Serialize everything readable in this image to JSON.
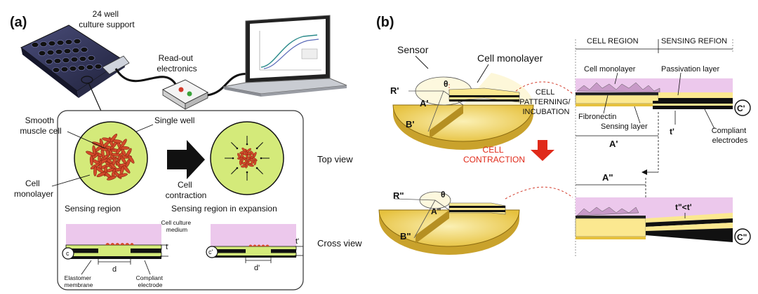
{
  "panel_a": {
    "tag": "(a)",
    "culture_support": [
      "24 well",
      "culture support"
    ],
    "readout": [
      "Read-out",
      "electronics"
    ],
    "smooth_muscle": [
      "Smooth",
      "muscle cell"
    ],
    "single_well": "Single well",
    "cell_monolayer": [
      "Cell",
      "monolayer"
    ],
    "sensing_region": "Sensing region",
    "cell_contraction": [
      "Cell",
      "contraction"
    ],
    "sensing_expansion": "Sensing region in expansion",
    "top_view": "Top view",
    "cross_view": "Cross view",
    "culture_medium": [
      "Cell culture",
      "medium"
    ],
    "elastomer": [
      "Elastomer",
      "membrane"
    ],
    "compliant_electrode": [
      "Compliant",
      "electrode"
    ],
    "sym_c": "c",
    "sym_c2": "c'",
    "sym_t": "t",
    "sym_t2": "t'",
    "sym_d": "d",
    "sym_d2": "d'"
  },
  "panel_b": {
    "tag": "(b)",
    "sensor": "Sensor",
    "cell_monolayer": "Cell monolayer",
    "cell_region": "CELL REGION",
    "sensing_region": "SENSING REFION",
    "monolayer_small": "Cell monolayer",
    "passivation": "Passivation layer",
    "patterning": [
      "CELL",
      "PATTERNING/",
      "INCUBATION"
    ],
    "fibronectin": "Fibronectin",
    "sensing_layer": "Sensing layer",
    "compliant": [
      "Compliant",
      "electrodes"
    ],
    "contraction": [
      "CELL",
      "CONTRACTION"
    ],
    "sym_R1": "R'",
    "sym_A1": "A'",
    "sym_B1": "B'",
    "sym_theta": "θ",
    "sym_R2": "R\"",
    "sym_A2": "A\"",
    "sym_B2": "B\"",
    "sym_C1": "C'",
    "sym_C2": "C\"",
    "sym_t1": "t'",
    "sym_tcmp": "t\"<t'",
    "sym_Acs1": "A'",
    "sym_Acs2": "A\""
  },
  "colors": {
    "sensor_yellow": "#e8c84a",
    "well_green": "#d4ea7a",
    "cell_red": "#d24a2a",
    "medium_pink": "#ecc8ec",
    "contraction_red": "#e02a1a"
  }
}
